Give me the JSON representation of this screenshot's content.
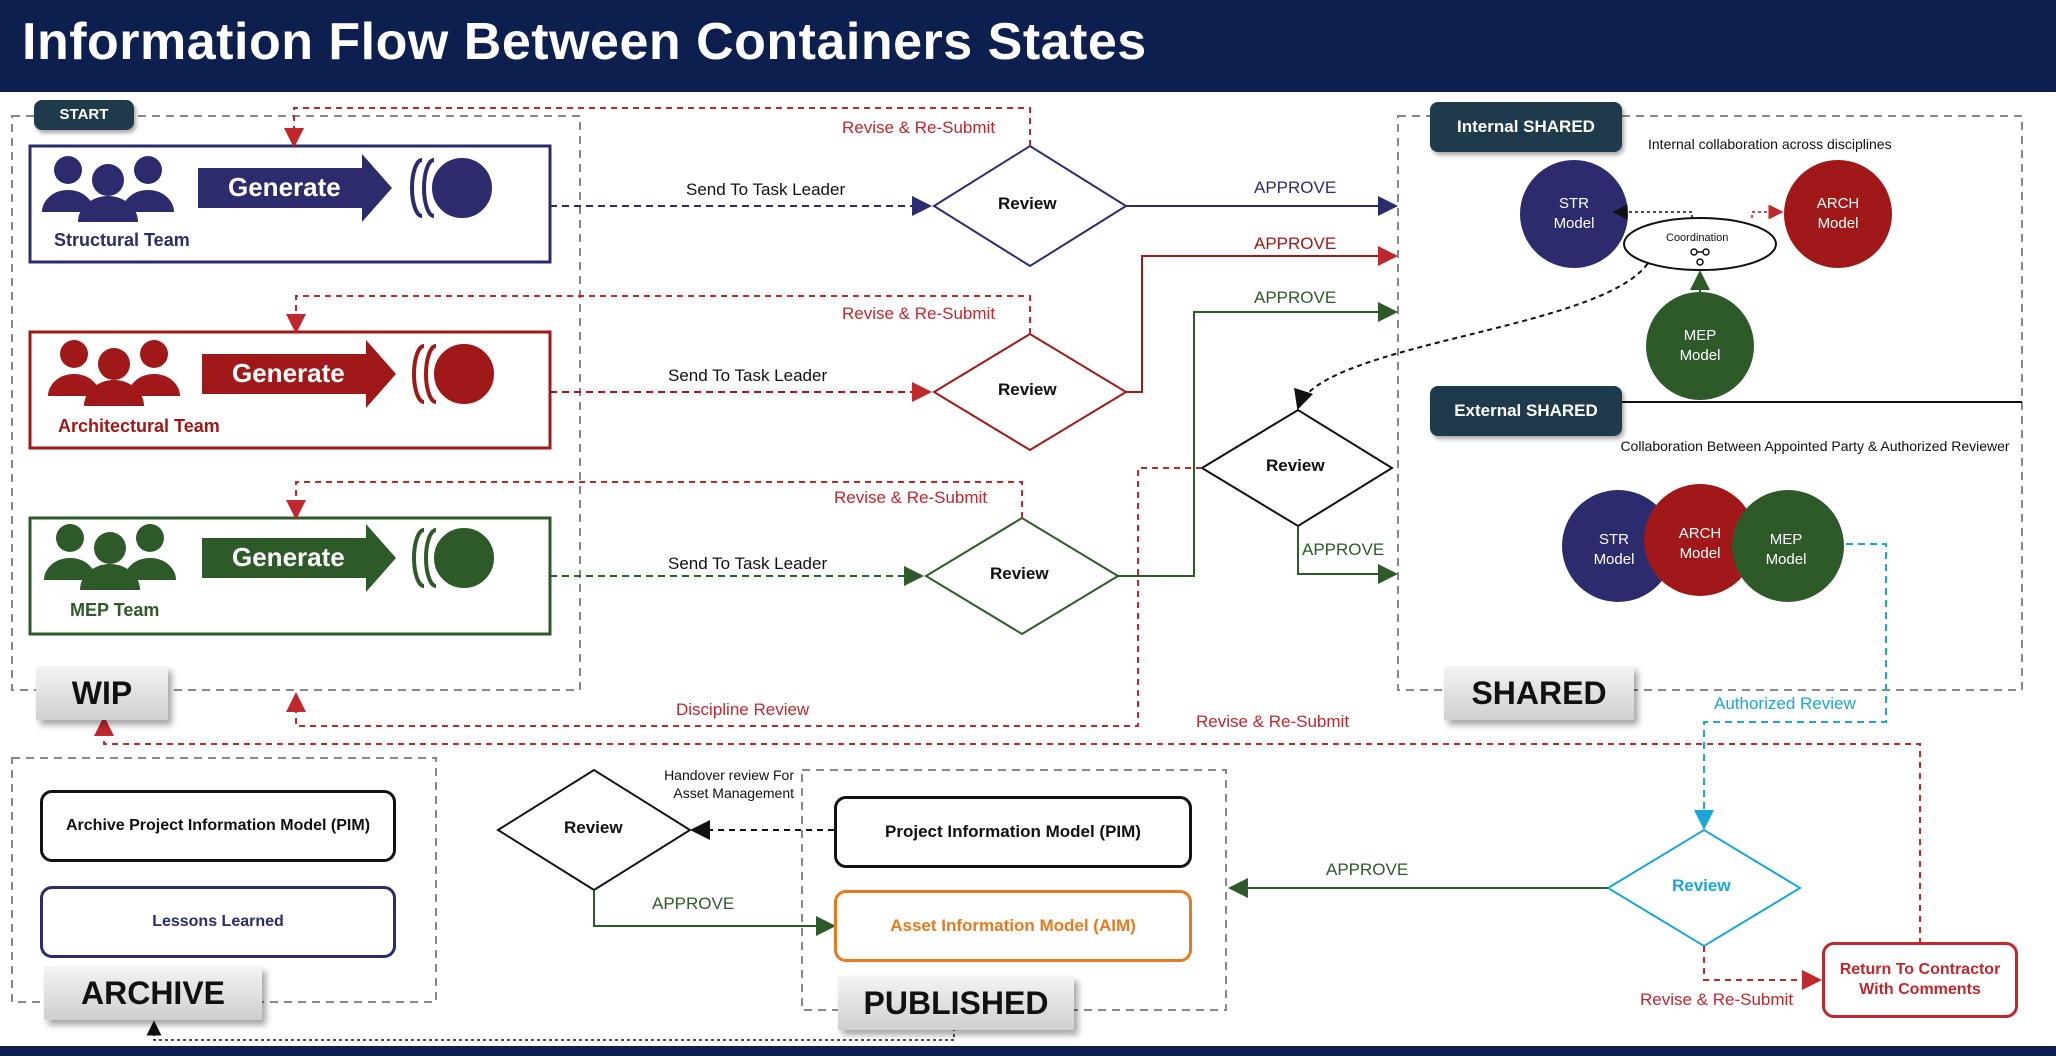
{
  "title": "Information Flow Between Containers States",
  "tabs": {
    "start": "START",
    "internal_shared": "Internal SHARED",
    "external_shared": "External SHARED"
  },
  "states": {
    "wip": "WIP",
    "shared": "SHARED",
    "archive": "ARCHIVE",
    "published": "PUBLISHED"
  },
  "teams": [
    {
      "name": "Structural Team",
      "action": "Generate",
      "color": "#2b2b6e"
    },
    {
      "name": "Architectural Team",
      "action": "Generate",
      "color": "#a01818"
    },
    {
      "name": "MEP Team",
      "action": "Generate",
      "color": "#2e5a2a"
    }
  ],
  "flow_labels": {
    "send_to_task_leader": "Send To Task Leader",
    "revise_resubmit": "Revise & Re-Submit",
    "approve": "APPROVE",
    "review": "Review",
    "discipline_review": "Discipline Review",
    "authorized_review": "Authorized Review",
    "handover_review": "Handover review For Asset Management"
  },
  "internal": {
    "caption": "Internal collaboration across disciplines",
    "coordination": "Coordination",
    "str_model": "STR Model",
    "arch_model": "ARCH Model",
    "mep_model": "MEP Model"
  },
  "external": {
    "caption": "Collaboration Between Appointed Party & Authorized Reviewer",
    "str_model": "STR Model",
    "arch_model": "ARCH Model",
    "mep_model": "MEP Model"
  },
  "archive": {
    "pim": "Archive Project Information Model (PIM)",
    "lessons": "Lessons Learned"
  },
  "published": {
    "pim": "Project Information Model (PIM)",
    "aim": "Asset Information Model (AIM)"
  },
  "return_box": "Return To Contractor With Comments",
  "colors": {
    "header": "#0d1f4f",
    "structural": "#2b2b6e",
    "architectural": "#a01818",
    "mep": "#2e5a2a",
    "revise": "#c0282d",
    "authorized": "#1aa7d6",
    "aim": "#e87a1e"
  }
}
